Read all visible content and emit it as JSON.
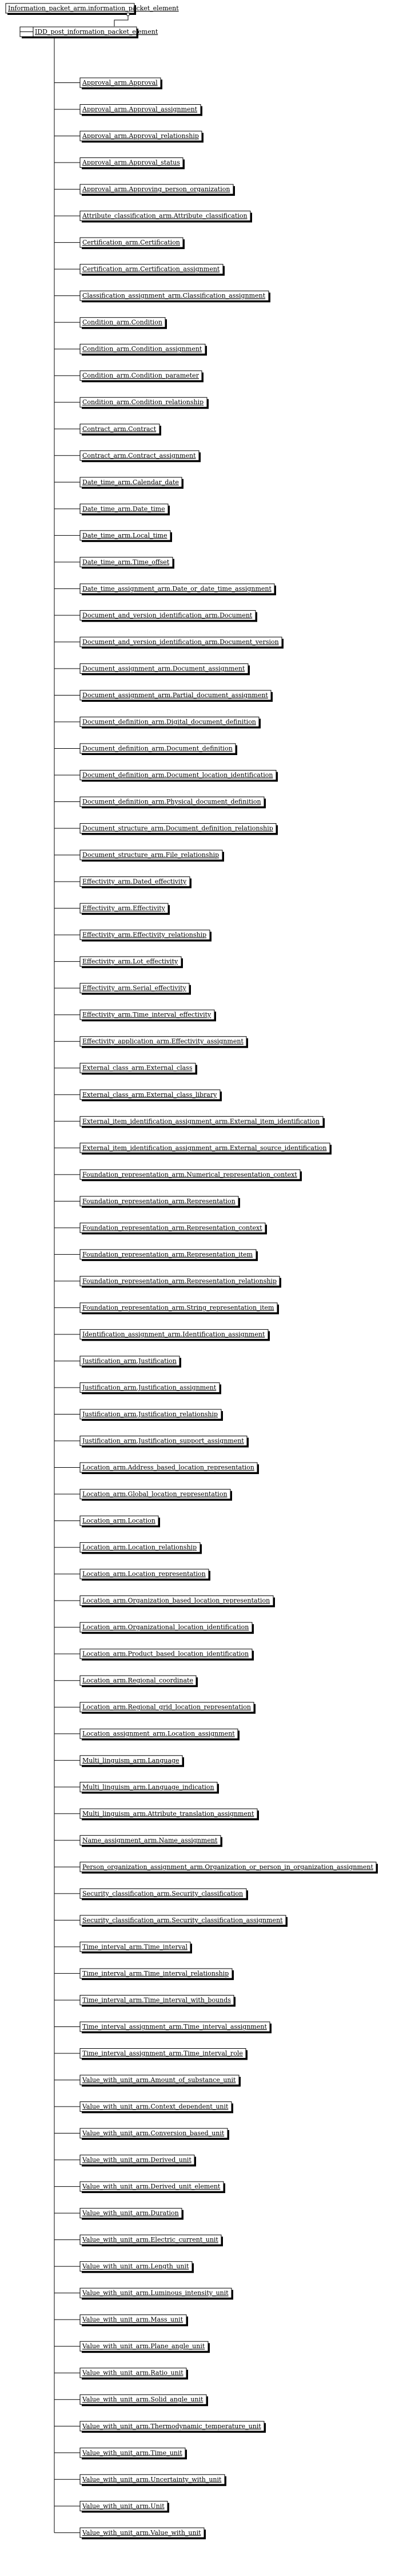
{
  "root": {
    "label": "Information_packet_arm.information_packet_element"
  },
  "parent": {
    "label": "IDD_post_information_packet_element"
  },
  "children": [
    "Approval_arm.Approval",
    "Approval_arm.Approval_assignment",
    "Approval_arm.Approval_relationship",
    "Approval_arm.Approval_status",
    "Approval_arm.Approving_person_organization",
    "Attribute_classification_arm.Attribute_classification",
    "Certification_arm.Certification",
    "Certification_arm.Certification_assignment",
    "Classification_assignment_arm.Classification_assignment",
    "Condition_arm.Condition",
    "Condition_arm.Condition_assignment",
    "Condition_arm.Condition_parameter",
    "Condition_arm.Condition_relationship",
    "Contract_arm.Contract",
    "Contract_arm.Contract_assignment",
    "Date_time_arm.Calendar_date",
    "Date_time_arm.Date_time",
    "Date_time_arm.Local_time",
    "Date_time_arm.Time_offset",
    "Date_time_assignment_arm.Date_or_date_time_assignment",
    "Document_and_version_identification_arm.Document",
    "Document_and_version_identification_arm.Document_version",
    "Document_assignment_arm.Document_assignment",
    "Document_assignment_arm.Partial_document_assignment",
    "Document_definition_arm.Digital_document_definition",
    "Document_definition_arm.Document_definition",
    "Document_definition_arm.Document_location_identification",
    "Document_definition_arm.Physical_document_definition",
    "Document_structure_arm.Document_definition_relationship",
    "Document_structure_arm.File_relationship",
    "Effectivity_arm.Dated_effectivity",
    "Effectivity_arm.Effectivity",
    "Effectivity_arm.Effectivity_relationship",
    "Effectivity_arm.Lot_effectivity",
    "Effectivity_arm.Serial_effectivity",
    "Effectivity_arm.Time_interval_effectivity",
    "Effectivity_application_arm.Effectivity_assignment",
    "External_class_arm.External_class",
    "External_class_arm.External_class_library",
    "External_item_identification_assignment_arm.External_item_identification",
    "External_item_identification_assignment_arm.External_source_identification",
    "Foundation_representation_arm.Numerical_representation_context",
    "Foundation_representation_arm.Representation",
    "Foundation_representation_arm.Representation_context",
    "Foundation_representation_arm.Representation_item",
    "Foundation_representation_arm.Representation_relationship",
    "Foundation_representation_arm.String_representation_item",
    "Identification_assignment_arm.Identification_assignment",
    "Justification_arm.Justification",
    "Justification_arm.Justification_assignment",
    "Justification_arm.Justification_relationship",
    "Justification_arm.Justification_support_assignment",
    "Location_arm.Address_based_location_representation",
    "Location_arm.Global_location_representation",
    "Location_arm.Location",
    "Location_arm.Location_relationship",
    "Location_arm.Location_representation",
    "Location_arm.Organization_based_location_representation",
    "Location_arm.Organizational_location_identification",
    "Location_arm.Product_based_location_identification",
    "Location_arm.Regional_coordinate",
    "Location_arm.Regional_grid_location_representation",
    "Location_assignment_arm.Location_assignment",
    "Multi_linguism_arm.Language",
    "Multi_linguism_arm.Language_indication",
    "Multi_linguism_arm.Attribute_translation_assignment",
    "Name_assignment_arm.Name_assignment",
    "Person_organization_assignment_arm.Organization_or_person_in_organization_assignment",
    "Security_classification_arm.Security_classification",
    "Security_classification_arm.Security_classification_assignment",
    "Time_interval_arm.Time_interval",
    "Time_interval_arm.Time_interval_relationship",
    "Time_interval_arm.Time_interval_with_bounds",
    "Time_interval_assignment_arm.Time_interval_assignment",
    "Time_interval_assignment_arm.Time_interval_role",
    "Value_with_unit_arm.Amount_of_substance_unit",
    "Value_with_unit_arm.Context_dependent_unit",
    "Value_with_unit_arm.Conversion_based_unit",
    "Value_with_unit_arm.Derived_unit",
    "Value_with_unit_arm.Derived_unit_element",
    "Value_with_unit_arm.Duration",
    "Value_with_unit_arm.Electric_current_unit",
    "Value_with_unit_arm.Length_unit",
    "Value_with_unit_arm.Luminous_intensity_unit",
    "Value_with_unit_arm.Mass_unit",
    "Value_with_unit_arm.Plane_angle_unit",
    "Value_with_unit_arm.Ratio_unit",
    "Value_with_unit_arm.Solid_angle_unit",
    "Value_with_unit_arm.Thermodynamic_temperature_unit",
    "Value_with_unit_arm.Time_unit",
    "Value_with_unit_arm.Uncertainty_with_unit",
    "Value_with_unit_arm.Unit",
    "Value_with_unit_arm.Value_with_unit"
  ]
}
